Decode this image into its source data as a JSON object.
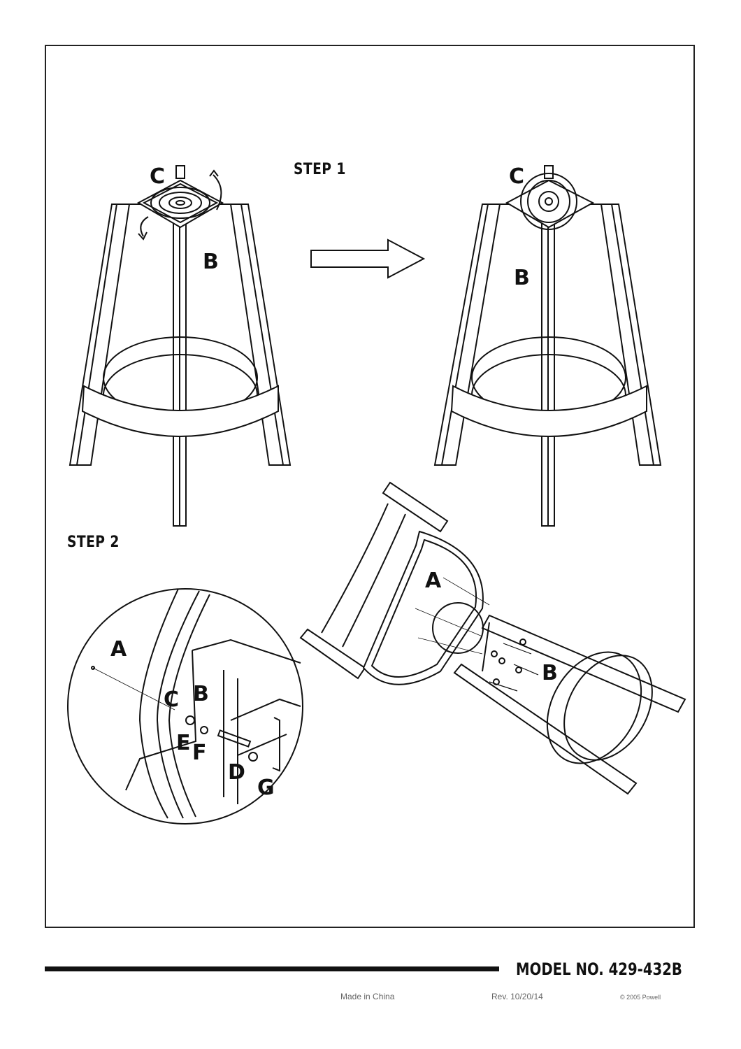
{
  "steps": {
    "step1": "STEP 1",
    "step2": "STEP 2"
  },
  "callouts": {
    "a": "A",
    "b": "B",
    "c": "C",
    "d": "D",
    "e": "E",
    "f": "F",
    "g": "G"
  },
  "footer": {
    "model": "MODEL NO. 429-432B",
    "made_in": "Made in China",
    "revision": "Rev. 10/20/14",
    "copyright": "© 2005 Powell"
  }
}
